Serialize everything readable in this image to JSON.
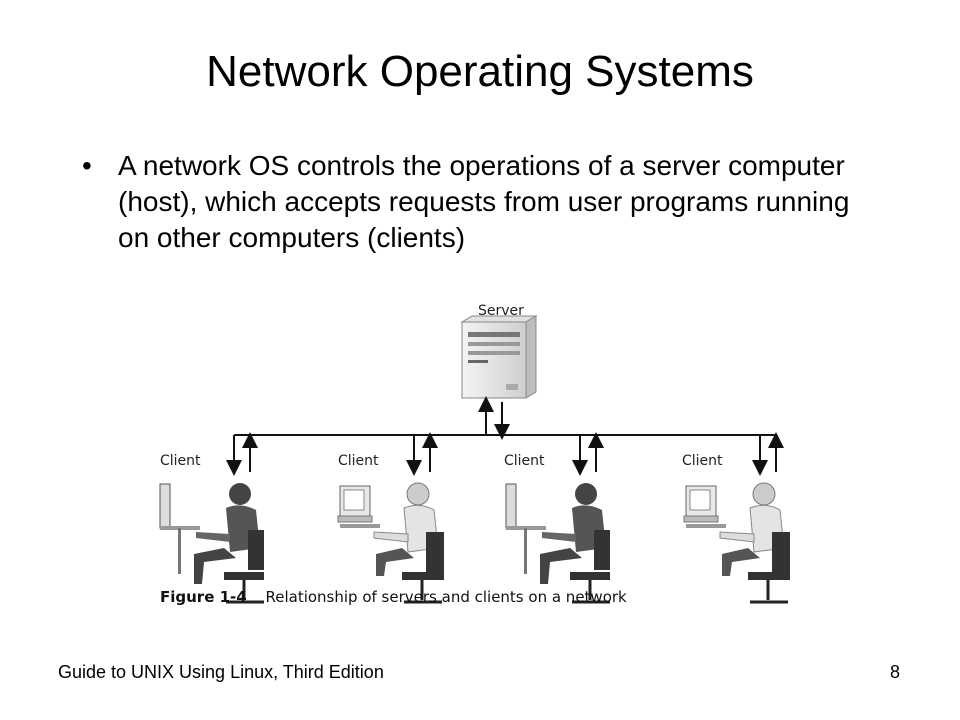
{
  "slide": {
    "title": "Network Operating Systems",
    "bullet_symbol": "•",
    "bullet": "A network OS controls the operations of a server computer (host), which accepts requests from user programs running on other computers (clients)",
    "footer": "Guide to UNIX Using Linux, Third Edition",
    "page_number": "8"
  },
  "figure": {
    "server_label": "Server",
    "client_labels": [
      "Client",
      "Client",
      "Client",
      "Client"
    ],
    "caption_number": "Figure 1-4",
    "caption_text": "Relationship of servers and clients on a network"
  }
}
